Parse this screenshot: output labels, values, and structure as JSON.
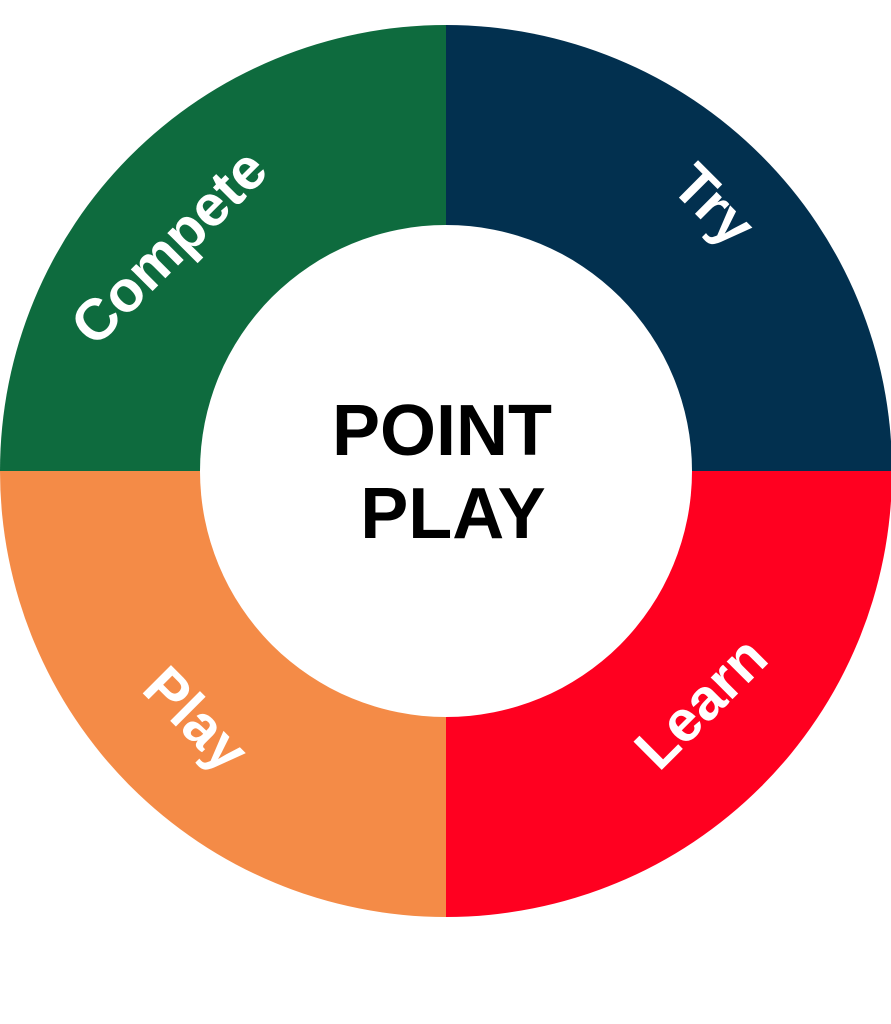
{
  "center": {
    "line1": "POINT",
    "line2": "PLAY"
  },
  "segments": [
    {
      "id": "try",
      "label": "Try",
      "color": "#02304f"
    },
    {
      "id": "learn",
      "label": "Learn",
      "color": "#ff0020"
    },
    {
      "id": "play",
      "label": "Play",
      "color": "#f48b47"
    },
    {
      "id": "compete",
      "label": "Compete",
      "color": "#0e6b3e"
    }
  ],
  "colors": {
    "background": "#ffffff",
    "hole": "#ffffff",
    "segment_text": "#ffffff",
    "center_text": "#000000"
  }
}
